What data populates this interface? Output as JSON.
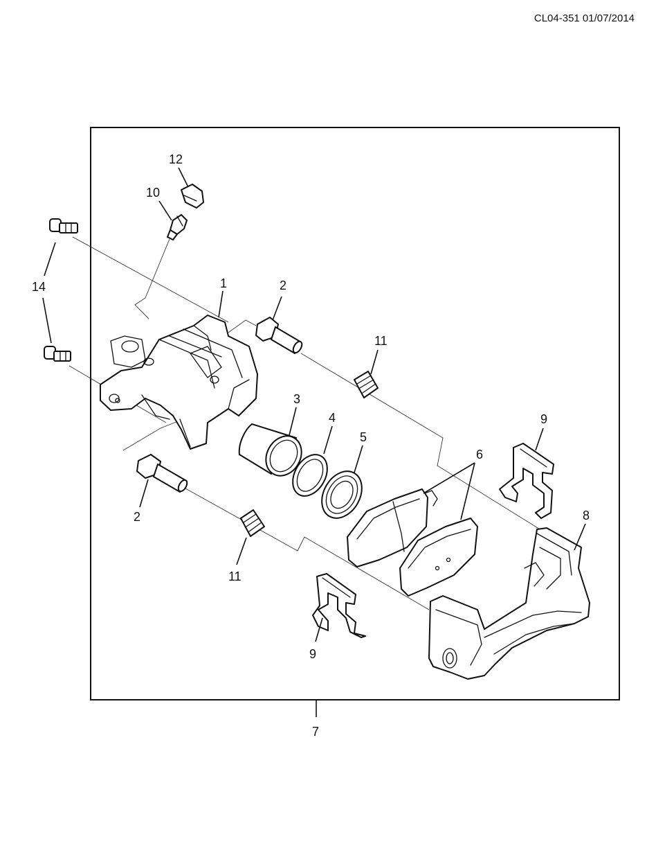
{
  "header": {
    "doc_code": "CL04-351 01/07/2014"
  },
  "callouts": {
    "c1": "1",
    "c2a": "2",
    "c2b": "2",
    "c3": "3",
    "c4": "4",
    "c5": "5",
    "c6": "6",
    "c7": "7",
    "c8": "8",
    "c9a": "9",
    "c9b": "9",
    "c10": "10",
    "c11a": "11",
    "c11b": "11",
    "c12": "12",
    "c14": "14"
  }
}
